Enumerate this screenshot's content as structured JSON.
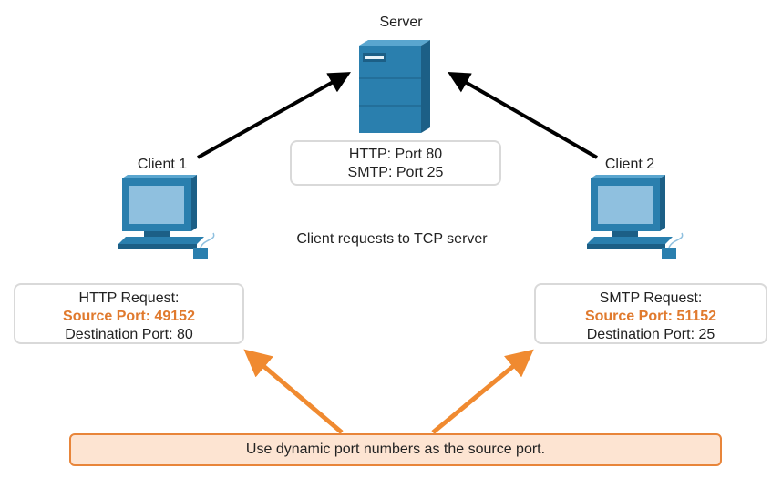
{
  "server": {
    "label": "Server",
    "ports": [
      "HTTP: Port 80",
      "SMTP: Port 25"
    ]
  },
  "client1": {
    "label": "Client 1",
    "request": {
      "title": "HTTP Request:",
      "source_port": "Source Port: 49152",
      "destination_port": "Destination Port: 80"
    }
  },
  "client2": {
    "label": "Client 2",
    "request": {
      "title": "SMTP Request:",
      "source_port": "Source Port: 51152",
      "destination_port": "Destination Port: 25"
    }
  },
  "caption": "Client requests to TCP server",
  "note": "Use dynamic port numbers as the source port.",
  "colors": {
    "device_blue": "#2a7fae",
    "accent_orange": "#e07a2e",
    "note_fill": "#fde4d2"
  },
  "icons": {
    "server": "server-icon",
    "client": "desktop-computer-icon"
  }
}
